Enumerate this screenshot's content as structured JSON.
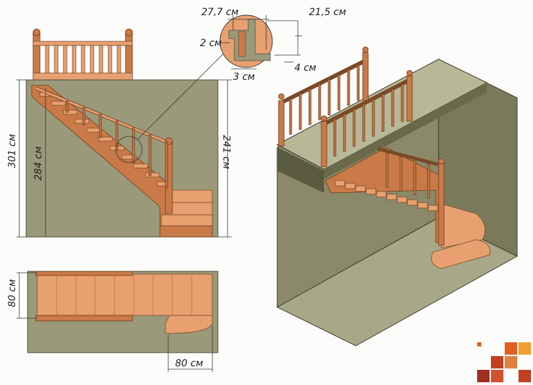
{
  "dimensions": {
    "tread_depth": "27,7 см",
    "riser_height": "21,5 см",
    "nosing_inner": "2 см",
    "nosing_thickness": "3 см",
    "tread_thickness": "4 см",
    "total_height": "301 см",
    "floor_to_floor": "284 см",
    "headroom": "241 см",
    "plan_width": "80 см",
    "winder_width": "80 см"
  },
  "colors": {
    "wall": "#9a9a7a",
    "wood": "#e8a070",
    "wood_dark": "#c97a48"
  },
  "logo": {
    "name": "color-squares-logo",
    "squares": [
      "#e06020",
      "#f0a030",
      "#c04020",
      "#e08040",
      "#a03020",
      "#d05030"
    ]
  }
}
